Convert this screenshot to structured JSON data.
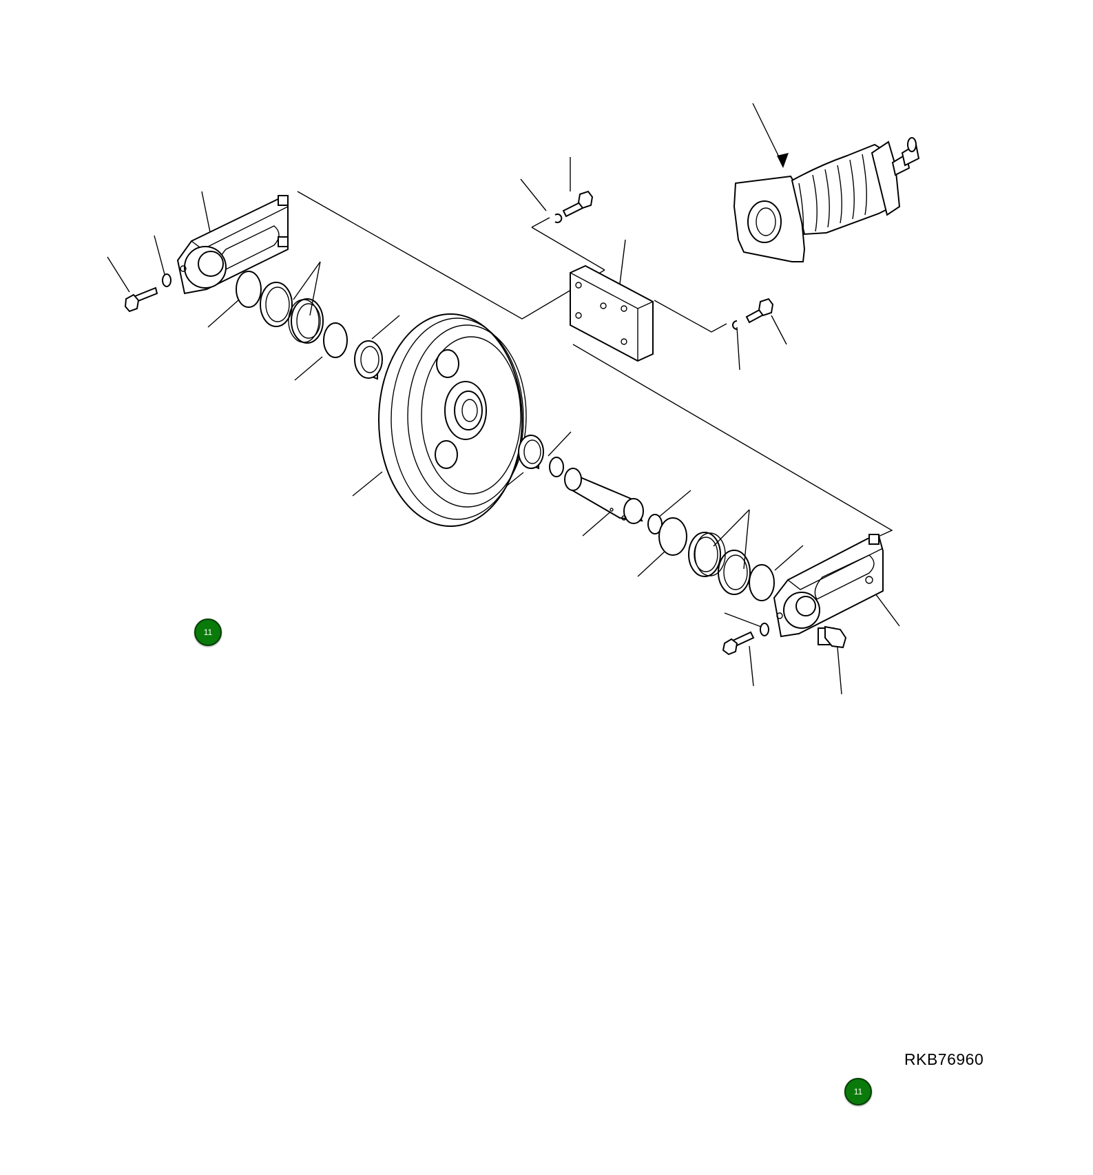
{
  "drawing": {
    "reference_code": "RKB76960"
  },
  "callouts": [
    {
      "label": "11"
    },
    {
      "label": "11"
    }
  ],
  "colors": {
    "callout_fill": "#0a7a0a",
    "line": "#000000",
    "background": "#ffffff"
  }
}
